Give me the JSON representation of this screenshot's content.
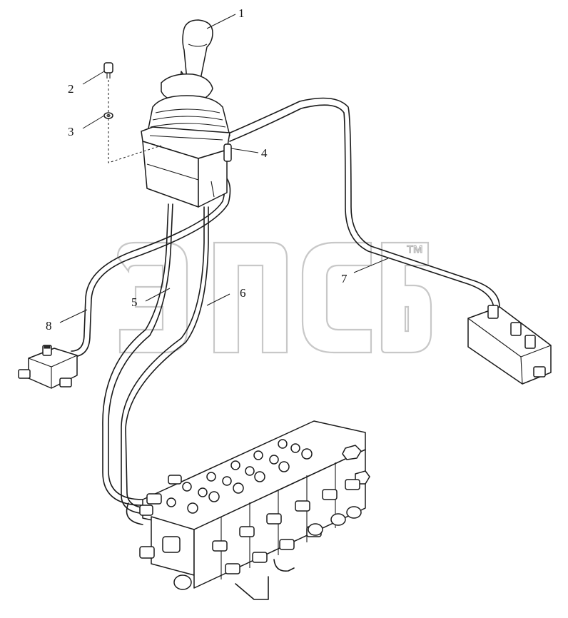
{
  "callouts": [
    {
      "id": "1",
      "label": "1"
    },
    {
      "id": "2",
      "label": "2"
    },
    {
      "id": "3",
      "label": "3"
    },
    {
      "id": "4",
      "label": "4"
    },
    {
      "id": "5",
      "label": "5"
    },
    {
      "id": "6",
      "label": "6"
    },
    {
      "id": "7",
      "label": "7"
    },
    {
      "id": "8",
      "label": "8"
    }
  ],
  "watermark": {
    "text": "™",
    "letters": "эпсб"
  }
}
